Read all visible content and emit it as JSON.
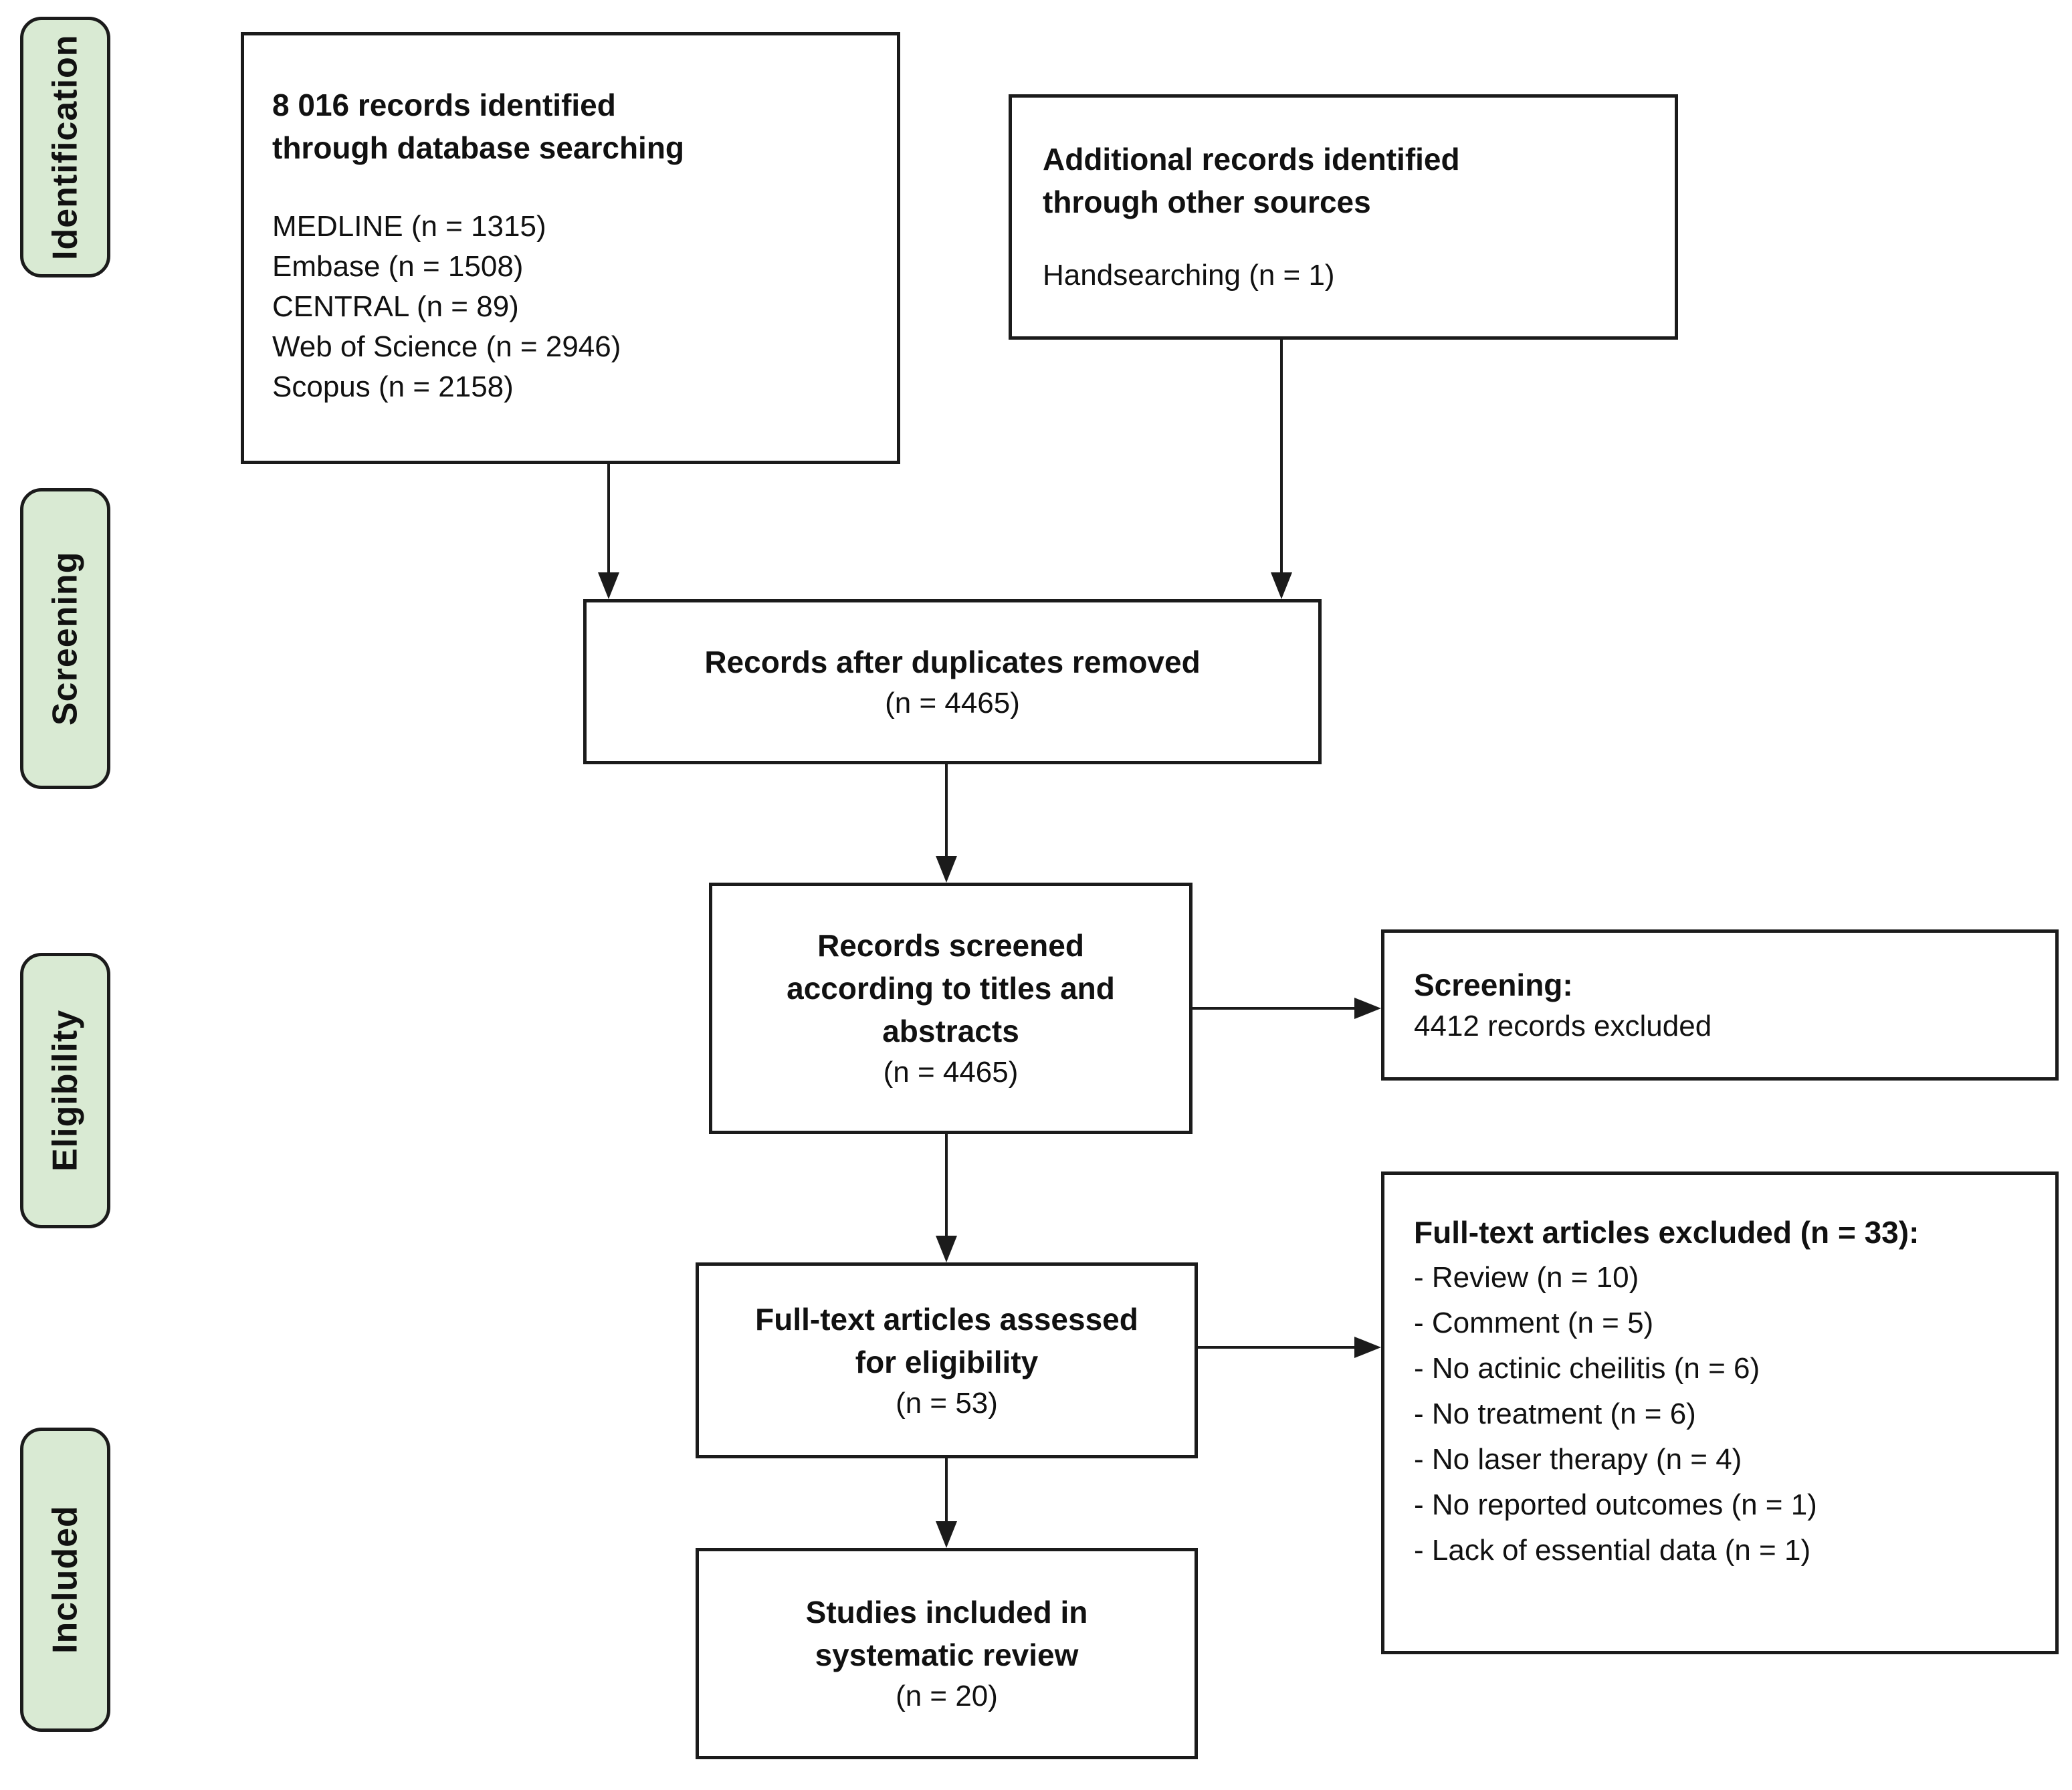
{
  "diagram": {
    "kind": "PRISMA flow diagram",
    "colors": {
      "stage_fill": "#d9ead3",
      "line": "#1b1b1b",
      "background": "#ffffff"
    },
    "stages": {
      "identification": "Identification",
      "screening": "Screening",
      "eligibility": "Eligibility",
      "included": "Included"
    },
    "boxes": {
      "database": {
        "title": "8 016 records identified through database searching",
        "sources": [
          "MEDLINE (n = 1315)",
          "Embase (n = 1508)",
          "CENTRAL (n = 89)",
          "Web of Science (n = 2946)",
          "Scopus (n = 2158)"
        ]
      },
      "other_sources": {
        "title": "Additional records identified through other sources",
        "detail": "Handsearching (n = 1)"
      },
      "duplicates_removed": {
        "title": "Records after duplicates removed",
        "count": "(n = 4465)"
      },
      "records_screened": {
        "title": "Records screened according to titles and abstracts",
        "count": "(n = 4465)"
      },
      "screening_excluded": {
        "title": "Screening:",
        "detail": "4412 records excluded"
      },
      "fulltext_assessed": {
        "title": "Full-text articles assessed for eligibility",
        "count": "(n = 53)"
      },
      "fulltext_excluded": {
        "title": "Full-text articles excluded (n = 33):",
        "items": [
          "- Review (n = 10)",
          "- Comment (n = 5)",
          "- No actinic cheilitis (n = 6)",
          "- No treatment (n = 6)",
          "- No laser therapy (n = 4)",
          "- No reported outcomes (n = 1)",
          "- Lack of essential data (n = 1)"
        ]
      },
      "studies_included": {
        "title": "Studies included in systematic review",
        "count": "(n = 20)"
      }
    }
  }
}
